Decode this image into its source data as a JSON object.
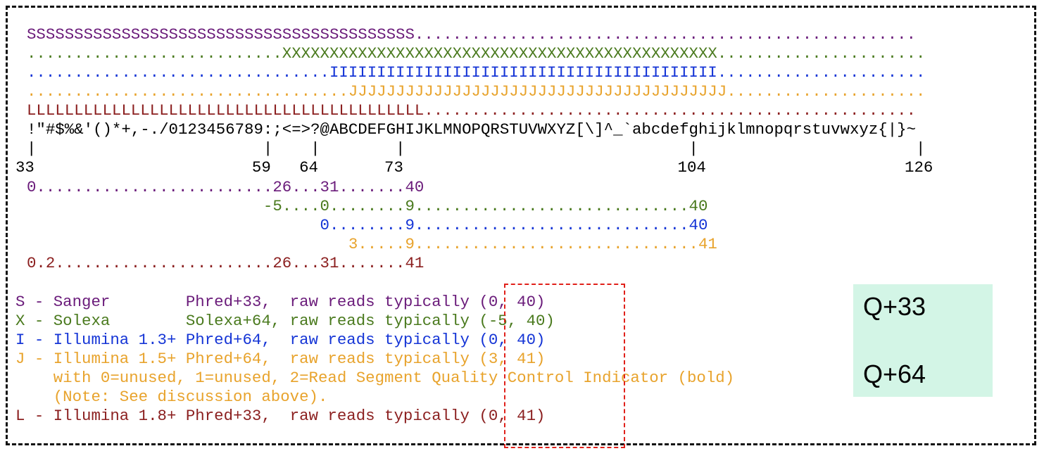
{
  "colors": {
    "sanger": "#6a1b7a",
    "solexa": "#4a7a1e",
    "illumina13": "#1535d6",
    "illumina15": "#e8a32c",
    "illumina18": "#8b1f1f",
    "q_box_bg": "#d3f5e6",
    "highlight": "#e0201a"
  },
  "range_lines": {
    "S": "SSSSSSSSSSSSSSSSSSSSSSSSSSSSSSSSSSSSSSSSS.....................................................",
    "X": "...........................XXXXXXXXXXXXXXXXXXXXXXXXXXXXXXXXXXXXXXXXXXXXXX......................",
    "I": "................................IIIIIIIIIIIIIIIIIIIIIIIIIIIIIIIIIIIIIIIII......................",
    "J": "..................................JJJJJJJJJJJJJJJJJJJJJJJJJJJJJJJJJJJJJJJJ.....................",
    "L": "LLLLLLLLLLLLLLLLLLLLLLLLLLLLLLLLLLLLLLLLLL...................................................."
  },
  "ascii_chars": "!\"#$%&'()*+,-./0123456789:;<=>?@ABCDEFGHIJKLMNOPQRSTUVWXYZ[\\]^_`abcdefghijklmnopqrstuvwxyz{|}~",
  "tick_line": "|                        |    |        |                              |                       |",
  "tick_numbers": "33                       59   64       73                             104                     126",
  "score_lines": {
    "S": "0.........................26...31.......40",
    "X": "                         -5....0........9.............................40",
    "I": "                               0........9.............................40",
    "J": "                                  3.....9..............................41",
    "L": "0.2.......................26...31.......41"
  },
  "legend": {
    "S": "S - Sanger        Phred+33,  raw reads typically (0, 40)",
    "X": "X - Solexa        Solexa+64, raw reads typically (-5, 40)",
    "I": "I - Illumina 1.3+ Phred+64,  raw reads typically (0, 40)",
    "J": "J - Illumina 1.5+ Phred+64,  raw reads typically (3, 41)",
    "J_note1": "    with 0=unused, 1=unused, 2=Read Segment Quality Control Indicator (bold)",
    "J_note2": "    (Note: See discussion above).",
    "L": "L - Illumina 1.8+ Phred+33,  raw reads typically (0, 41)"
  },
  "q_labels": {
    "q33": "Q+33",
    "q64": "Q+64"
  }
}
